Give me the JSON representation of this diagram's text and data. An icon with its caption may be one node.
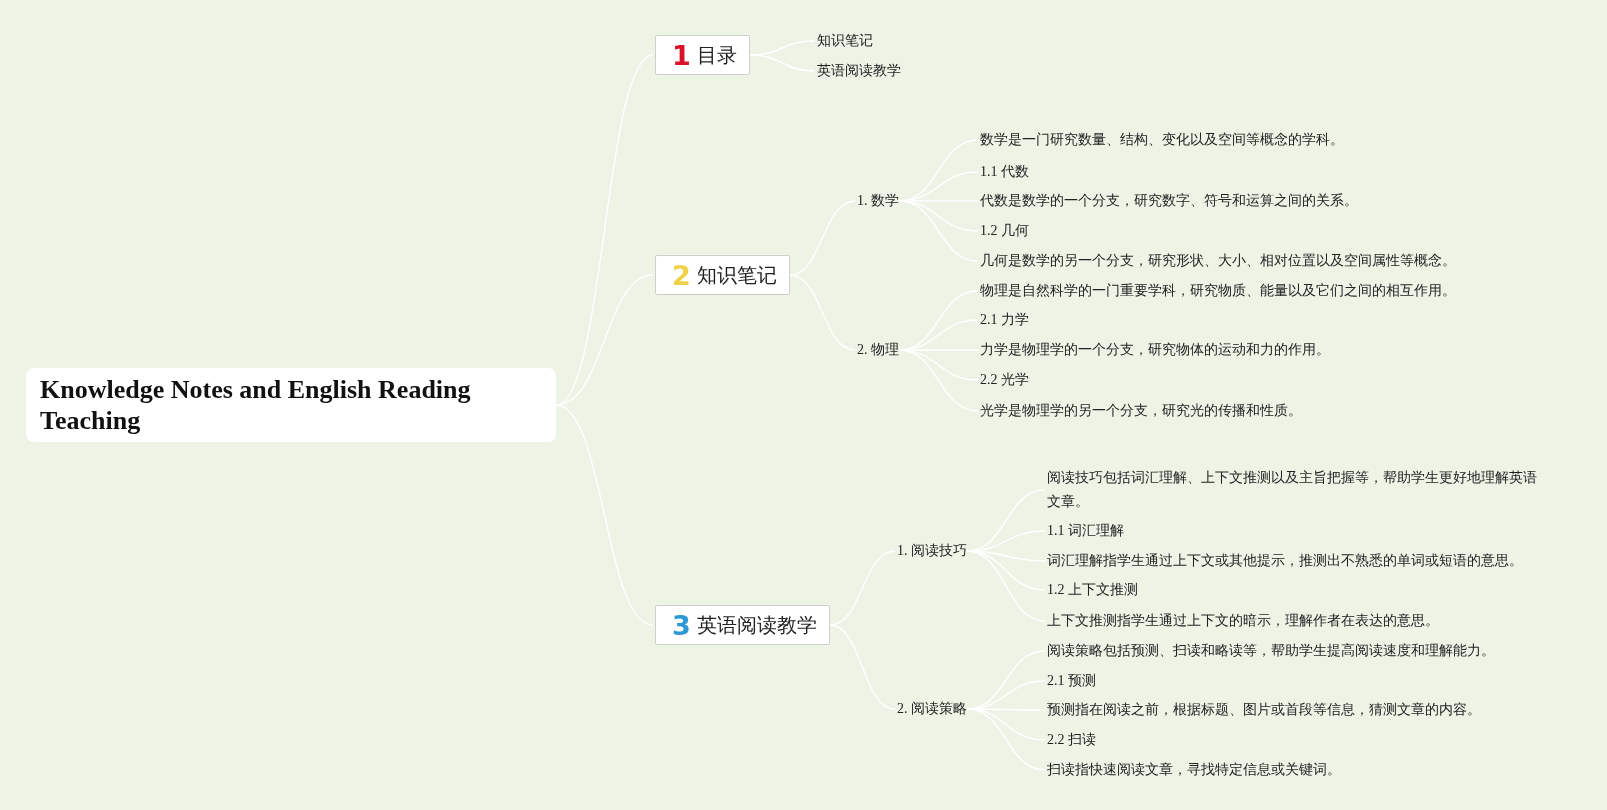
{
  "diagram": {
    "nodes": [
      {
        "text": [
          "Knowledge Notes and English Reading Teaching"
        ]
      },
      {
        "text": [
          "1",
          "目录"
        ]
      },
      {
        "text": [
          "知识笔记"
        ]
      },
      {
        "text": [
          "英语阅读教学"
        ]
      },
      {
        "text": [
          "2",
          "知识笔记"
        ]
      },
      {
        "text": [
          "1. 数学"
        ]
      },
      {
        "text": [
          "数学是一门研究数量、结构、变化以及空间等概念的学科。"
        ]
      },
      {
        "text": [
          "1.1 代数"
        ]
      },
      {
        "text": [
          "代数是数学的一个分支，研究数字、符号和运算之间的关系。"
        ]
      },
      {
        "text": [
          "1.2 几何"
        ]
      },
      {
        "text": [
          "几何是数学的另一个分支，研究形状、大小、相对位置以及空间属性等概念。"
        ]
      },
      {
        "text": [
          "2. 物理"
        ]
      },
      {
        "text": [
          "物理是自然科学的一门重要学科，研究物质、能量以及它们之间的相互作用。"
        ]
      },
      {
        "text": [
          "2.1 力学"
        ]
      },
      {
        "text": [
          "力学是物理学的一个分支，研究物体的运动和力的作用。"
        ]
      },
      {
        "text": [
          "2.2 光学"
        ]
      },
      {
        "text": [
          "光学是物理学的另一个分支，研究光的传播和性质。"
        ]
      },
      {
        "text": [
          "3",
          "英语阅读教学"
        ]
      },
      {
        "text": [
          "1. 阅读技巧"
        ]
      },
      {
        "text": [
          "阅读技巧包括词汇理解、上下文推测以及主旨把握等，帮助学生更好地理解英语文章。"
        ]
      },
      {
        "text": [
          "1.1 词汇理解"
        ]
      },
      {
        "text": [
          "词汇理解指学生通过上下文或其他提示，推测出不熟悉的单词或短语的意思。"
        ]
      },
      {
        "text": [
          "1.2 上下文推测"
        ]
      },
      {
        "text": [
          "上下文推测指学生通过上下文的暗示，理解作者在表达的意思。"
        ]
      },
      {
        "text": [
          "2. 阅读策略"
        ]
      },
      {
        "text": [
          "阅读策略包括预测、扫读和略读等，帮助学生提高阅读速度和理解能力。"
        ]
      },
      {
        "text": [
          "2.1 预测"
        ]
      },
      {
        "text": [
          "预测指在阅读之前，根据标题、图片或首段等信息，猜测文章的内容。"
        ]
      },
      {
        "text": [
          "2.2 扫读"
        ]
      },
      {
        "text": [
          "扫读指快速阅读文章，寻找特定信息或关键词。"
        ]
      }
    ],
    "edges": [
      {
        "from": 0,
        "to": 1,
        "arrow": "none"
      },
      {
        "from": 0,
        "to": 4,
        "arrow": "none"
      },
      {
        "from": 0,
        "to": 17,
        "arrow": "none"
      },
      {
        "from": 1,
        "to": 2,
        "arrow": "none"
      },
      {
        "from": 1,
        "to": 3,
        "arrow": "none"
      },
      {
        "from": 4,
        "to": 5,
        "arrow": "none"
      },
      {
        "from": 4,
        "to": 11,
        "arrow": "none"
      },
      {
        "from": 5,
        "to": 6,
        "arrow": "none"
      },
      {
        "from": 5,
        "to": 7,
        "arrow": "none"
      },
      {
        "from": 5,
        "to": 8,
        "arrow": "none"
      },
      {
        "from": 5,
        "to": 9,
        "arrow": "none"
      },
      {
        "from": 5,
        "to": 10,
        "arrow": "none"
      },
      {
        "from": 11,
        "to": 12,
        "arrow": "none"
      },
      {
        "from": 11,
        "to": 13,
        "arrow": "none"
      },
      {
        "from": 11,
        "to": 14,
        "arrow": "none"
      },
      {
        "from": 11,
        "to": 15,
        "arrow": "none"
      },
      {
        "from": 11,
        "to": 16,
        "arrow": "none"
      },
      {
        "from": 17,
        "to": 18,
        "arrow": "none"
      },
      {
        "from": 17,
        "to": 24,
        "arrow": "none"
      },
      {
        "from": 18,
        "to": 19,
        "arrow": "none"
      },
      {
        "from": 18,
        "to": 20,
        "arrow": "none"
      },
      {
        "from": 18,
        "to": 21,
        "arrow": "none"
      },
      {
        "from": 18,
        "to": 22,
        "arrow": "none"
      },
      {
        "from": 18,
        "to": 23,
        "arrow": "none"
      },
      {
        "from": 24,
        "to": 25,
        "arrow": "none"
      },
      {
        "from": 24,
        "to": 26,
        "arrow": "none"
      },
      {
        "from": 24,
        "to": 27,
        "arrow": "none"
      },
      {
        "from": 24,
        "to": 28,
        "arrow": "none"
      },
      {
        "from": 24,
        "to": 29,
        "arrow": "none"
      }
    ]
  }
}
